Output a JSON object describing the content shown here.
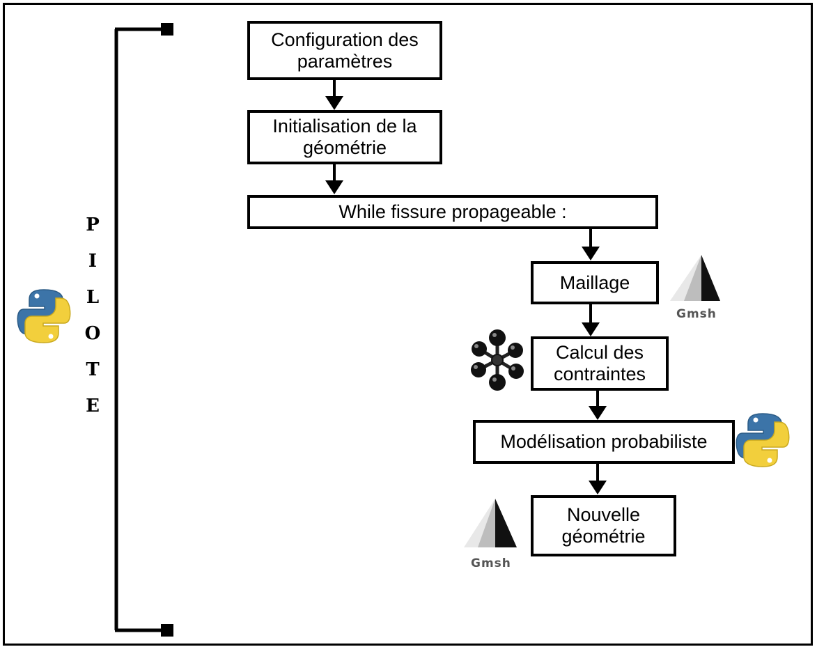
{
  "steps": {
    "config": "Configuration des paramètres",
    "init": "Initialisation de la géométrie",
    "loop": "While fissure propageable :",
    "mesh": "Maillage",
    "stress": "Calcul des contraintes",
    "proba": "Modélisation probabiliste",
    "newgeo": "Nouvelle géométrie"
  },
  "pilote": [
    "P",
    "I",
    "L",
    "O",
    "T",
    "E"
  ],
  "logos": {
    "gmsh_label": "Gmsh"
  },
  "icons": {
    "python": "python-logo-icon",
    "gmsh": "gmsh-logo-icon",
    "code_aster": "molecule-icon"
  },
  "colors": {
    "python_blue": "#3c74a8",
    "python_yellow": "#f2cf3c",
    "stroke": "#000000"
  }
}
